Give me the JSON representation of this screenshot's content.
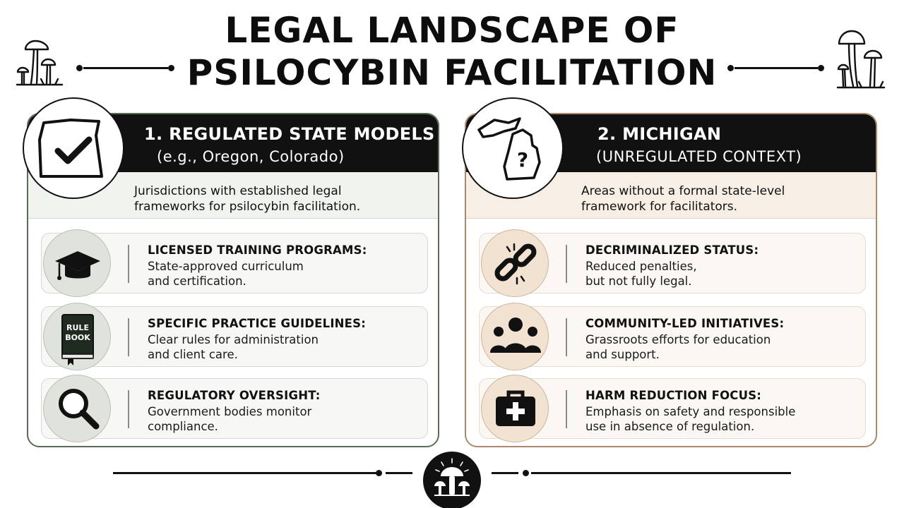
{
  "title": {
    "line1": "LEGAL LANDSCAPE OF",
    "line2": "PSILOCYBIN FACILITATION"
  },
  "icons": {
    "top_left": "mushroom-icon",
    "top_right": "mushroom-icon",
    "bottom": "mushroom-emblem-icon"
  },
  "colors": {
    "left_accent": "#5b6b58",
    "right_accent": "#a98a6b",
    "header_bg": "#111111"
  },
  "left_panel": {
    "heading": "1. REGULATED STATE MODELS",
    "subheading": "(e.g., Oregon, Colorado)",
    "badge_icon": "oregon-checkmark-icon",
    "description": "Jurisdictions with established legal\nframeworks for psilocybin facilitation.",
    "items": [
      {
        "icon": "graduation-cap-icon",
        "title": "LICENSED TRAINING PROGRAMS:",
        "body": "State-approved curriculum\nand certification."
      },
      {
        "icon": "rule-book-icon",
        "icon_label": "RULE\nBOOK",
        "title": "SPECIFIC PRACTICE GUIDELINES:",
        "body": "Clear rules for administration\nand client care."
      },
      {
        "icon": "magnifying-glass-icon",
        "title": "REGULATORY OVERSIGHT:",
        "body": "Government bodies monitor\ncompliance."
      }
    ]
  },
  "right_panel": {
    "heading": "2. MICHIGAN",
    "subheading": "(UNREGULATED CONTEXT)",
    "badge_icon": "michigan-question-icon",
    "description": "Areas without a formal state-level\nframework for facilitators.",
    "items": [
      {
        "icon": "broken-chain-icon",
        "title": "DECRIMINALIZED STATUS:",
        "body": "Reduced penalties,\nbut not fully legal."
      },
      {
        "icon": "community-icon",
        "title": "COMMUNITY-LED INITIATIVES:",
        "body": "Grassroots efforts for education\nand support."
      },
      {
        "icon": "first-aid-kit-icon",
        "title": "HARM REDUCTION FOCUS:",
        "body": "Emphasis on safety and responsible\nuse in absence of regulation."
      }
    ]
  }
}
